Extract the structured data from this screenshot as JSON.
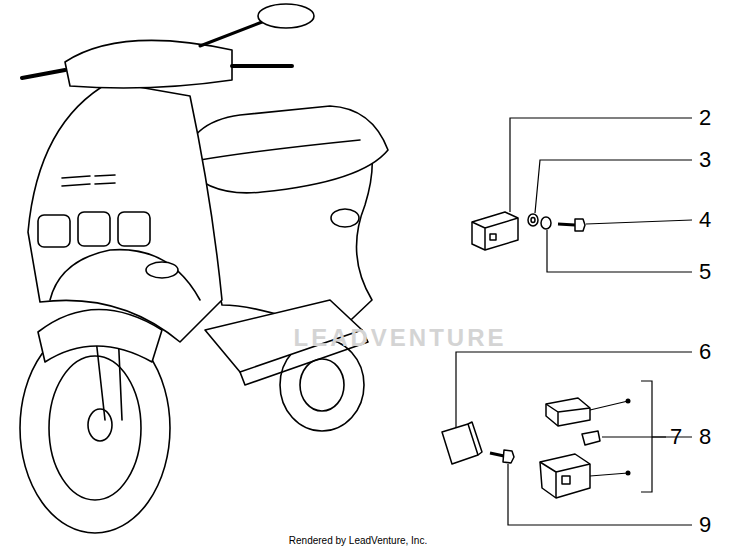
{
  "diagram": {
    "labels": [
      "2",
      "3",
      "4",
      "5",
      "6",
      "7",
      "8",
      "9",
      "LEADVENTURE",
      "Rendered by LeadVenture, Inc."
    ]
  }
}
